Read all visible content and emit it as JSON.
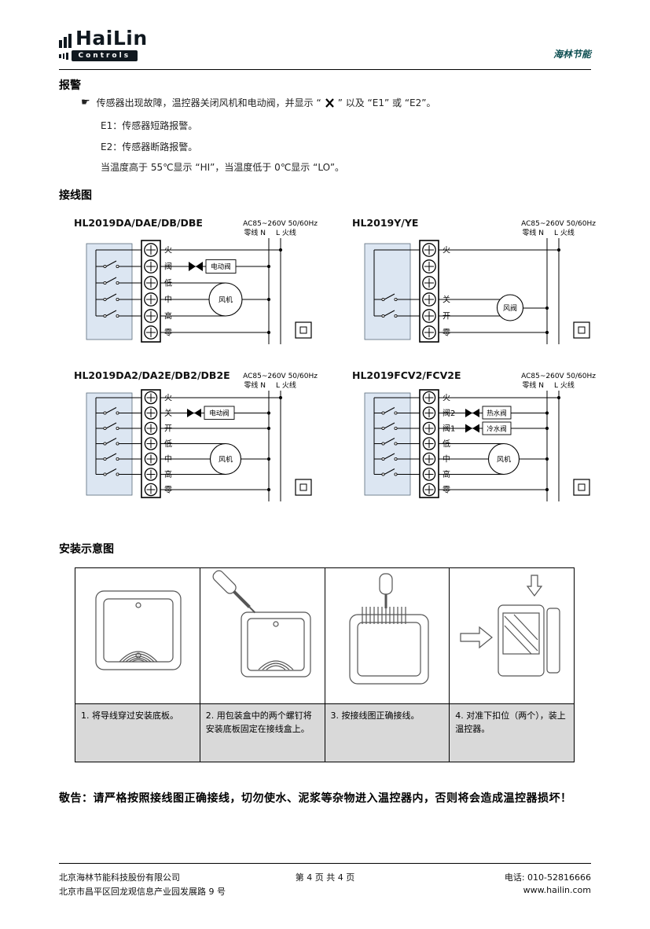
{
  "header": {
    "logo_text": "HaiLin",
    "logo_sub": "Controls",
    "brand_script": "海林节能"
  },
  "alarm": {
    "heading": "报警",
    "bullet_glyph": "☛",
    "line1_pre": "传感器出现故障，温控器关闭风机和电动阀，并显示 “",
    "line1_post": "” 以及 “E1” 或 “E2”。",
    "e1": "E1：传感器短路报警。",
    "e2": "E2：传感器断路报警。",
    "temp_line": "当温度高于 55℃显示 “HI”，当温度低于 0℃显示 “LO”。"
  },
  "wiring": {
    "heading": "接线图",
    "power_line1": "AC85~260V  50/60Hz",
    "n_label": "零线 N",
    "l_label": "L 火线",
    "diagrams": [
      {
        "title": "HL2019DA/DAE/DB/DBE",
        "terminals": [
          "火",
          "阀",
          "低",
          "中",
          "高",
          "零"
        ],
        "valve_label": "电动阀",
        "fan_label": "风机"
      },
      {
        "title": "HL2019Y/YE",
        "terminals": [
          "火",
          "",
          "",
          "关",
          "开",
          "零"
        ],
        "fan_label": "风阀"
      },
      {
        "title": "HL2019DA2/DA2E/DB2/DB2E",
        "terminals": [
          "火",
          "关",
          "开",
          "低",
          "中",
          "高",
          "零"
        ],
        "valve_label": "电动阀",
        "fan_label": "风机"
      },
      {
        "title": "HL2019FCV2/FCV2E",
        "terminals": [
          "火",
          "阀2",
          "阀1",
          "低",
          "中",
          "高",
          "零"
        ],
        "valve2_label": "热水阀",
        "valve1_label": "冷水阀",
        "fan_label": "风机"
      }
    ]
  },
  "install": {
    "heading": "安装示意图",
    "steps": [
      "1. 将导线穿过安装底板。",
      "2. 用包装盒中的两个螺钉将安装底板固定在接线盒上。",
      "3. 按接线图正确接线。",
      "4. 对准下扣位（两个），装上温控器。"
    ]
  },
  "warning": "敬告：请严格按照接线图正确接线，切勿使水、泥浆等杂物进入温控器内，否则将会造成温控器损坏！",
  "footer": {
    "company": "北京海林节能科技股份有限公司",
    "address": "北京市昌平区回龙观信息产业园发展路 9 号",
    "page_info": "第 4 页  共 4 页",
    "phone": "电话: 010-52816666",
    "website": "www.hailin.com"
  },
  "colors": {
    "panel_fill": "#dce6f2",
    "caption_bg": "#d9d9d9",
    "brand_color": "#0e4f52"
  }
}
